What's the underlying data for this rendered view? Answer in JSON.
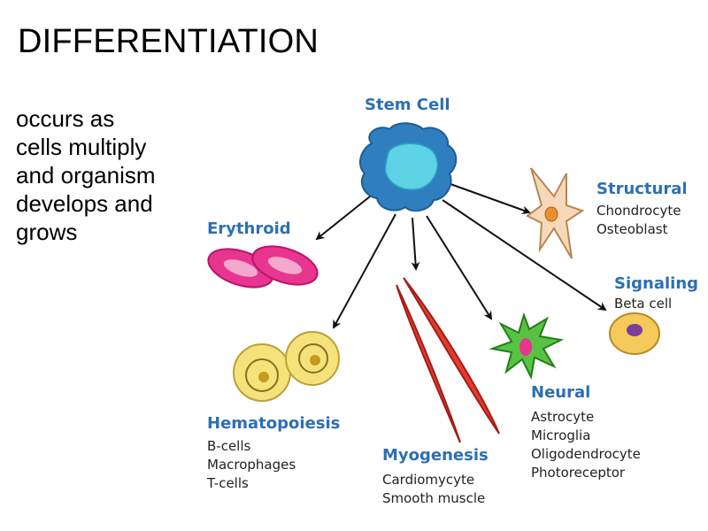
{
  "slide": {
    "title": "DIFFERENTIATION",
    "body_lines": [
      "occurs as",
      "cells multiply",
      "and organism",
      "develops and",
      "grows"
    ]
  },
  "diagram": {
    "root": "Stem Cell",
    "erythroid": {
      "title": "Erythroid"
    },
    "structural": {
      "title": "Structural",
      "items": [
        "Chondrocyte",
        "Osteoblast"
      ]
    },
    "signaling": {
      "title": "Signaling",
      "items": [
        "Beta cell"
      ]
    },
    "hematopoiesis": {
      "title": "Hematopoiesis",
      "items": [
        "B-cells",
        "Macrophages",
        "T-cells"
      ]
    },
    "myogenesis": {
      "title": "Myogenesis",
      "items": [
        "Cardiomycyte",
        "Smooth muscle"
      ]
    },
    "neural": {
      "title": "Neural",
      "items": [
        "Astrocyte",
        "Microglia",
        "Oligodendrocyte",
        "Photoreceptor"
      ]
    }
  },
  "colors": {
    "heading": "#2d6fb2",
    "stem_cell": "#2f7fc0",
    "erythroid": "#e8358f",
    "structural": "#f7d9b9",
    "signaling": "#f5c95a",
    "hematopoiesis": "#f6e27a",
    "myogenesis": "#e53a2e",
    "neural": "#59c245"
  }
}
